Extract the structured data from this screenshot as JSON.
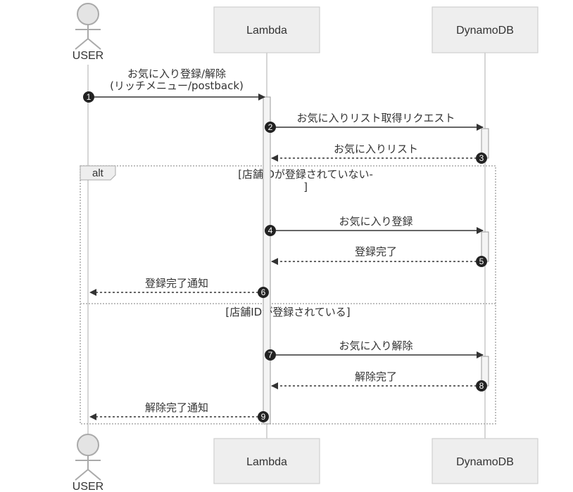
{
  "participants": {
    "user": "USER",
    "lambda": "Lambda",
    "dynamodb": "DynamoDB"
  },
  "messages": [
    {
      "num": "1",
      "lines": [
        "お気に入り登録/解除",
        "(リッチメニュー/postback)"
      ]
    },
    {
      "num": "2",
      "lines": [
        "お気に入りリスト取得リクエスト"
      ]
    },
    {
      "num": "3",
      "lines": [
        "お気に入りリスト"
      ]
    },
    {
      "num": "4",
      "lines": [
        "お気に入り登録"
      ]
    },
    {
      "num": "5",
      "lines": [
        "登録完了"
      ]
    },
    {
      "num": "6",
      "lines": [
        "登録完了通知"
      ]
    },
    {
      "num": "7",
      "lines": [
        "お気に入り解除"
      ]
    },
    {
      "num": "8",
      "lines": [
        "解除完了"
      ]
    },
    {
      "num": "9",
      "lines": [
        "解除完了通知"
      ]
    }
  ],
  "fragment": {
    "label": "alt",
    "condition1": [
      "[店舗IDが登録されていない-",
      "]"
    ],
    "condition2": "[店舗IDが登録されている]"
  }
}
